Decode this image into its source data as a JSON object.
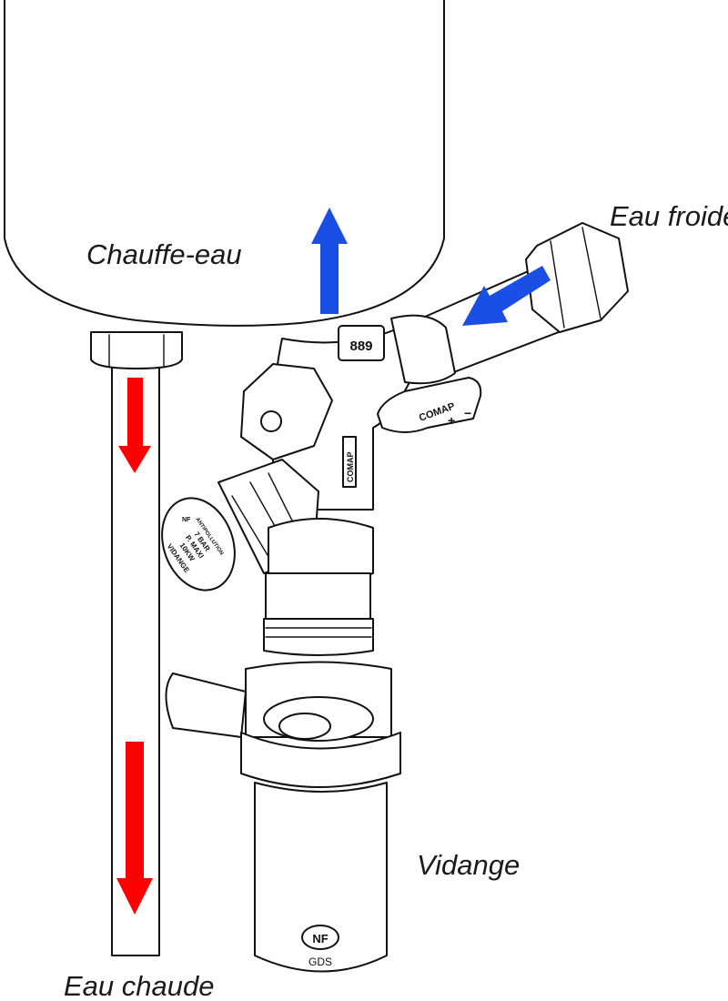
{
  "labels": {
    "heater": "Chauffe-eau",
    "cold_water": "Eau froide",
    "hot_water": "Eau chaude",
    "drain": "Vidange"
  },
  "valve_marks": {
    "number": "889",
    "brand": "COMAP",
    "plus": "+",
    "minus": "−",
    "knob_cert": "NF",
    "knob_line1": "ANTIPOLLUTION",
    "knob_line2": "7 BAR",
    "knob_line3": "P. MAXI",
    "knob_line4": "10KW",
    "knob_line5": "VIDANGE"
  },
  "siphon_marks": {
    "cert": "NF",
    "standard": "GDS"
  },
  "colors": {
    "hot_arrow": "#ff0000",
    "cold_arrow": "#1a4fe6",
    "line": "#111111"
  }
}
